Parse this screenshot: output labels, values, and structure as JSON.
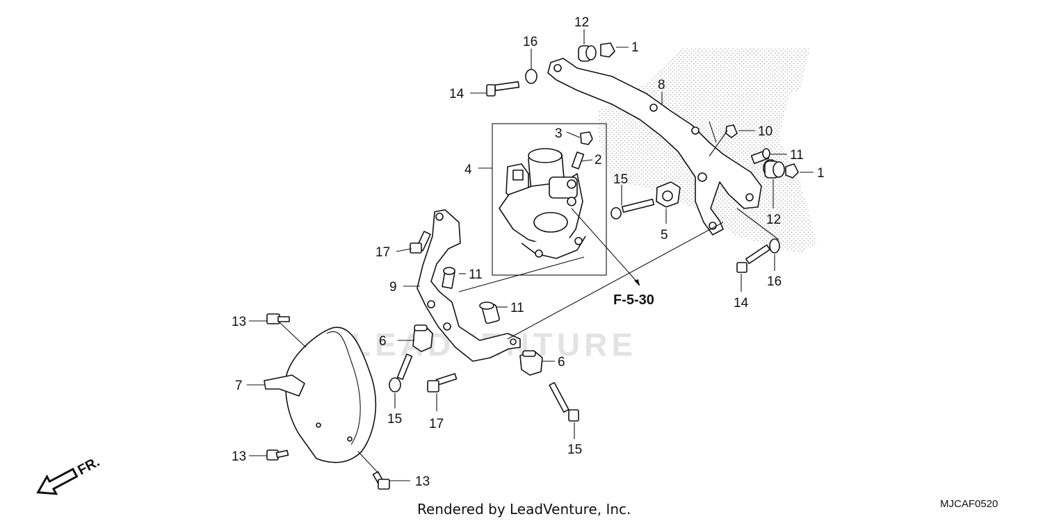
{
  "diagram": {
    "callouts": [
      "1",
      "1",
      "2",
      "3",
      "4",
      "5",
      "6",
      "6",
      "7",
      "8",
      "9",
      "10",
      "11",
      "11",
      "11",
      "12",
      "12",
      "13",
      "13",
      "13",
      "14",
      "14",
      "15",
      "15",
      "15",
      "16",
      "16",
      "17",
      "17"
    ],
    "reference": "F-5-30",
    "front_marker": "FR.",
    "watermark": "LEADVENTURE",
    "credit": "Rendered by LeadVenture, Inc.",
    "diagram_code": "MJCAF0520"
  }
}
